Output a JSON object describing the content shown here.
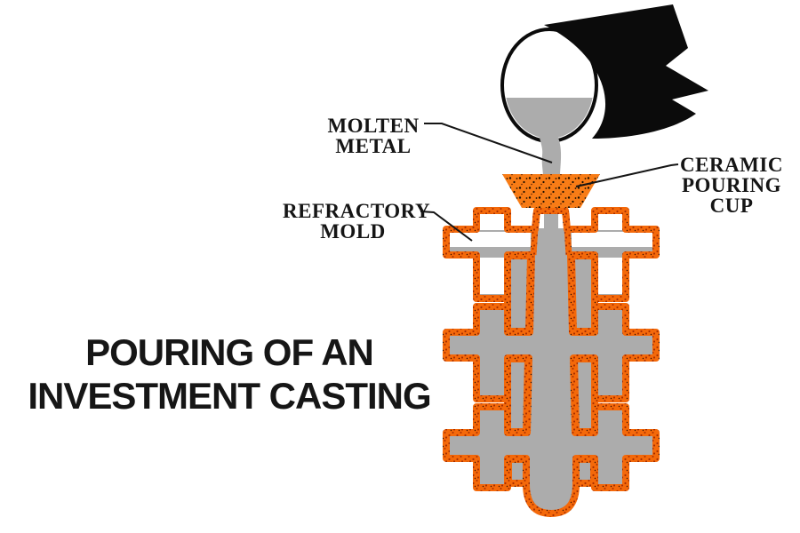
{
  "title": {
    "line1": "POURING OF AN",
    "line2": "INVESTMENT CASTING"
  },
  "labels": {
    "molten_metal": {
      "line1": "MOLTEN",
      "line2": "METAL"
    },
    "ceramic_pouring_cup": {
      "line1": "CERAMIC",
      "line2": "POURING",
      "line3": "CUP"
    },
    "refractory_mold": {
      "line1": "REFRACTORY",
      "line2": "MOLD"
    }
  },
  "colors": {
    "background": "#FFFFFF",
    "mold_orange": "#F4690A",
    "cup_orange": "#F87C16",
    "metal_gray": "#ACACAC",
    "speckle_dark": "#A82E00",
    "ink": "#151515",
    "handle_black": "#0B0B0B",
    "white": "#FFFFFF"
  },
  "parts": {
    "ladle": "ladle with molten metal",
    "handle": "ladle handle",
    "stream": "pouring metal stream",
    "cup": "ceramic pouring cup",
    "mold": "refractory mold tree with cast metal"
  }
}
